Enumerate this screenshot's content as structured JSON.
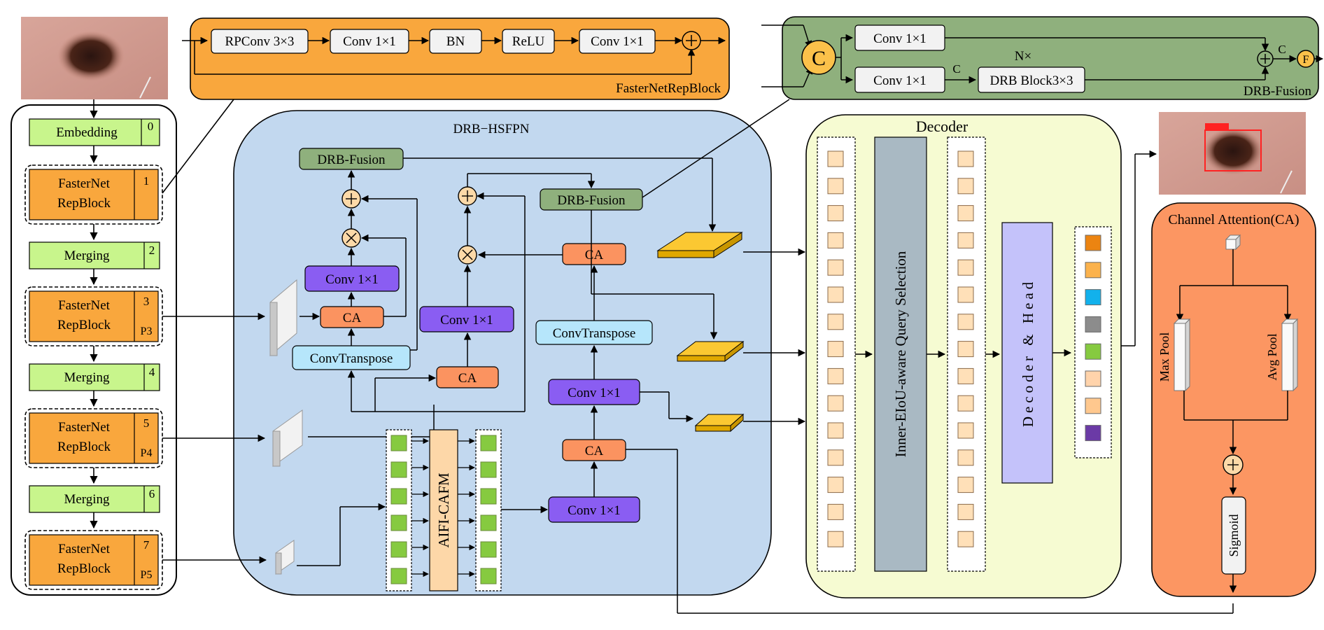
{
  "backbone": {
    "embedding": {
      "label": "Embedding",
      "num": "0"
    },
    "stages": [
      {
        "line1": "FasterNet",
        "line2": "RepBlock",
        "num": "1",
        "p": ""
      },
      {
        "line1": "FasterNet",
        "line2": "RepBlock",
        "num": "3",
        "p": "P3"
      },
      {
        "line1": "FasterNet",
        "line2": "RepBlock",
        "num": "5",
        "p": "P4"
      },
      {
        "line1": "FasterNet",
        "line2": "RepBlock",
        "num": "7",
        "p": "P5"
      }
    ],
    "merging": [
      {
        "label": "Merging",
        "num": "2"
      },
      {
        "label": "Merging",
        "num": "4"
      },
      {
        "label": "Merging",
        "num": "6"
      }
    ]
  },
  "repblock_detail": {
    "title": "FasterNetRepBlock",
    "ops": [
      "RPConv 3×3",
      "Conv 1×1",
      "BN",
      "ReLU",
      "Conv 1×1"
    ]
  },
  "fusion_detail": {
    "title": "DRB-Fusion",
    "concat": "C",
    "conv_top": "Conv 1×1",
    "conv_bottom": "Conv 1×1",
    "c_label": "C",
    "n_label": "N×",
    "drb": "DRB Block3×3",
    "c_label2": "C",
    "f_label": "F"
  },
  "hsfpn": {
    "title": "DRB−HSFPN",
    "fusion1": "DRB-Fusion",
    "fusion2": "DRB-Fusion",
    "conv": "Conv 1×1",
    "ca": "CA",
    "convtranspose": "ConvTranspose",
    "aifi": "AIFI-CAFM",
    "plus": "+",
    "times": "×"
  },
  "decoder": {
    "title": "Decoder",
    "selection": "Inner-EIoU-aware Query Selection",
    "head": "Decoder & Head"
  },
  "ca_detail": {
    "title": "Channel Attention(CA)",
    "maxpool": "Max Pool",
    "avgpool": "Avg Pool",
    "sigmoid": "Sigmoid",
    "plus": "+"
  },
  "colors": {
    "orange": "#f9a73d",
    "green_fill": "#c8f58c",
    "hsfpn_bg": "#c2d8ef",
    "fusion_bg": "#8fb07d",
    "purple": "#8a5df2",
    "ca": "#fb9360",
    "convt": "#b6e6fb",
    "decoder_bg": "#f6fbd2",
    "ca_panel": "#fc9662",
    "query": "#ffe0b8"
  },
  "output_colors": [
    "#ec8411",
    "#fbb24c",
    "#12b1ec",
    "#8c8c8c",
    "#86ca40",
    "#ffd3ab",
    "#ffc88e",
    "#6b3aa6"
  ]
}
